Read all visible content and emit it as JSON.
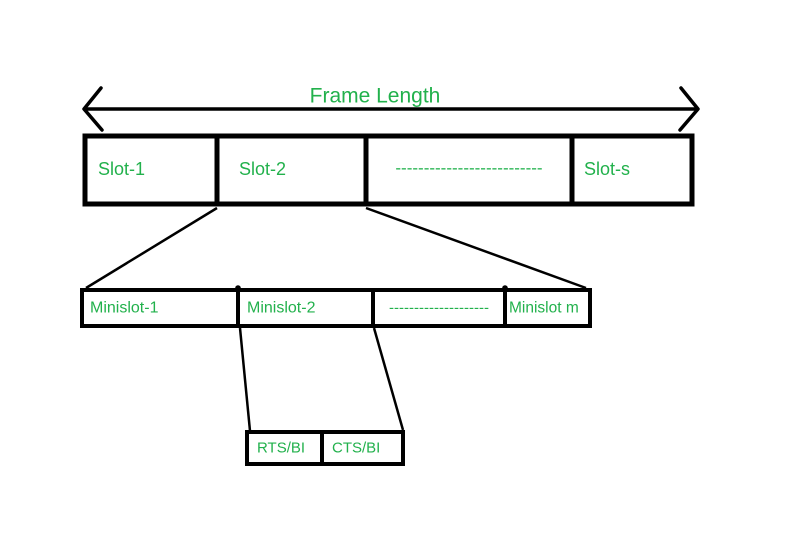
{
  "colors": {
    "accent_green": "#22b14c",
    "line_black": "#000000",
    "background": "#ffffff"
  },
  "frame_arrow": {
    "label": "Frame Length"
  },
  "slot_row": {
    "slot1": "Slot-1",
    "slot2": "Slot-2",
    "ellipsis": "--------------------------",
    "slot_s": "Slot-s"
  },
  "minislot_row": {
    "minislot1": "Minislot-1",
    "minislot2": "Minislot-2",
    "ellipsis": "--------------------",
    "minislot_m": "Minislot m"
  },
  "control_row": {
    "rts": "RTS/BI",
    "cts": "CTS/BI"
  }
}
